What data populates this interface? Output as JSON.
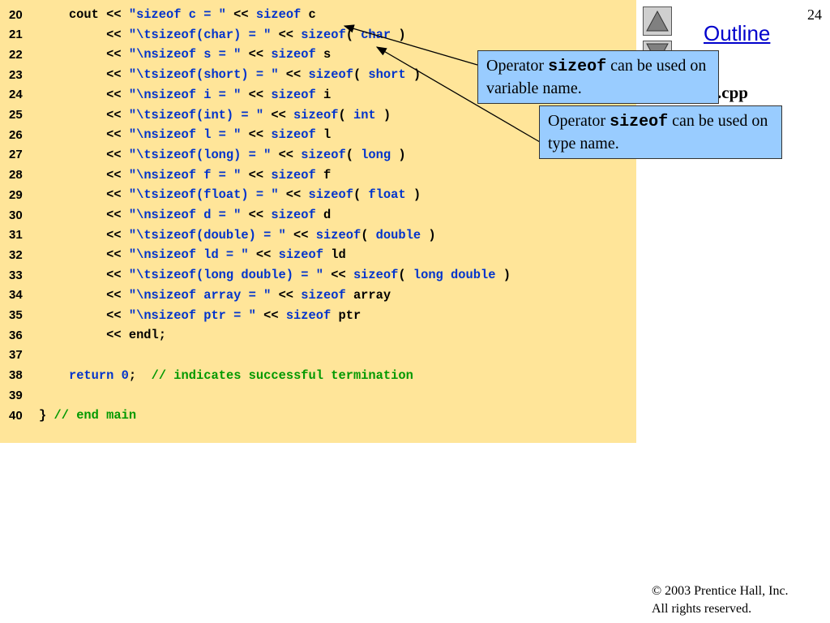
{
  "page_number": "24",
  "outline_label": "Outline",
  "filename_fragment": ".cpp",
  "code_lines": [
    {
      "num": "20",
      "tokens": [
        {
          "t": "    cout << ",
          "c": "pl"
        },
        {
          "t": "\"sizeof c = \"",
          "c": "str"
        },
        {
          "t": " << ",
          "c": "pl"
        },
        {
          "t": "sizeof",
          "c": "kw"
        },
        {
          "t": " c",
          "c": "pl"
        }
      ]
    },
    {
      "num": "21",
      "tokens": [
        {
          "t": "         << ",
          "c": "pl"
        },
        {
          "t": "\"\\tsizeof(char) = \"",
          "c": "str"
        },
        {
          "t": " << ",
          "c": "pl"
        },
        {
          "t": "sizeof",
          "c": "kw"
        },
        {
          "t": "( ",
          "c": "pl"
        },
        {
          "t": "char",
          "c": "kw"
        },
        {
          "t": " )",
          "c": "pl"
        }
      ]
    },
    {
      "num": "22",
      "tokens": [
        {
          "t": "         << ",
          "c": "pl"
        },
        {
          "t": "\"\\nsizeof s = \"",
          "c": "str"
        },
        {
          "t": " << ",
          "c": "pl"
        },
        {
          "t": "sizeof",
          "c": "kw"
        },
        {
          "t": " s",
          "c": "pl"
        }
      ]
    },
    {
      "num": "23",
      "tokens": [
        {
          "t": "         << ",
          "c": "pl"
        },
        {
          "t": "\"\\tsizeof(short) = \"",
          "c": "str"
        },
        {
          "t": " << ",
          "c": "pl"
        },
        {
          "t": "sizeof",
          "c": "kw"
        },
        {
          "t": "( ",
          "c": "pl"
        },
        {
          "t": "short",
          "c": "kw"
        },
        {
          "t": " )",
          "c": "pl"
        }
      ]
    },
    {
      "num": "24",
      "tokens": [
        {
          "t": "         << ",
          "c": "pl"
        },
        {
          "t": "\"\\nsizeof i = \"",
          "c": "str"
        },
        {
          "t": " << ",
          "c": "pl"
        },
        {
          "t": "sizeof",
          "c": "kw"
        },
        {
          "t": " i",
          "c": "pl"
        }
      ]
    },
    {
      "num": "25",
      "tokens": [
        {
          "t": "         << ",
          "c": "pl"
        },
        {
          "t": "\"\\tsizeof(int) = \"",
          "c": "str"
        },
        {
          "t": " << ",
          "c": "pl"
        },
        {
          "t": "sizeof",
          "c": "kw"
        },
        {
          "t": "( ",
          "c": "pl"
        },
        {
          "t": "int",
          "c": "kw"
        },
        {
          "t": " )",
          "c": "pl"
        }
      ]
    },
    {
      "num": "26",
      "tokens": [
        {
          "t": "         << ",
          "c": "pl"
        },
        {
          "t": "\"\\nsizeof l = \"",
          "c": "str"
        },
        {
          "t": " << ",
          "c": "pl"
        },
        {
          "t": "sizeof",
          "c": "kw"
        },
        {
          "t": " l",
          "c": "pl"
        }
      ]
    },
    {
      "num": "27",
      "tokens": [
        {
          "t": "         << ",
          "c": "pl"
        },
        {
          "t": "\"\\tsizeof(long) = \"",
          "c": "str"
        },
        {
          "t": " << ",
          "c": "pl"
        },
        {
          "t": "sizeof",
          "c": "kw"
        },
        {
          "t": "( ",
          "c": "pl"
        },
        {
          "t": "long",
          "c": "kw"
        },
        {
          "t": " )",
          "c": "pl"
        }
      ]
    },
    {
      "num": "28",
      "tokens": [
        {
          "t": "         << ",
          "c": "pl"
        },
        {
          "t": "\"\\nsizeof f = \"",
          "c": "str"
        },
        {
          "t": " << ",
          "c": "pl"
        },
        {
          "t": "sizeof",
          "c": "kw"
        },
        {
          "t": " f",
          "c": "pl"
        }
      ]
    },
    {
      "num": "29",
      "tokens": [
        {
          "t": "         << ",
          "c": "pl"
        },
        {
          "t": "\"\\tsizeof(float) = \"",
          "c": "str"
        },
        {
          "t": " << ",
          "c": "pl"
        },
        {
          "t": "sizeof",
          "c": "kw"
        },
        {
          "t": "( ",
          "c": "pl"
        },
        {
          "t": "float",
          "c": "kw"
        },
        {
          "t": " )",
          "c": "pl"
        }
      ]
    },
    {
      "num": "30",
      "tokens": [
        {
          "t": "         << ",
          "c": "pl"
        },
        {
          "t": "\"\\nsizeof d = \"",
          "c": "str"
        },
        {
          "t": " << ",
          "c": "pl"
        },
        {
          "t": "sizeof",
          "c": "kw"
        },
        {
          "t": " d",
          "c": "pl"
        }
      ]
    },
    {
      "num": "31",
      "tokens": [
        {
          "t": "         << ",
          "c": "pl"
        },
        {
          "t": "\"\\tsizeof(double) = \"",
          "c": "str"
        },
        {
          "t": " << ",
          "c": "pl"
        },
        {
          "t": "sizeof",
          "c": "kw"
        },
        {
          "t": "( ",
          "c": "pl"
        },
        {
          "t": "double",
          "c": "kw"
        },
        {
          "t": " )",
          "c": "pl"
        }
      ]
    },
    {
      "num": "32",
      "tokens": [
        {
          "t": "         << ",
          "c": "pl"
        },
        {
          "t": "\"\\nsizeof ld = \"",
          "c": "str"
        },
        {
          "t": " << ",
          "c": "pl"
        },
        {
          "t": "sizeof",
          "c": "kw"
        },
        {
          "t": " ld",
          "c": "pl"
        }
      ]
    },
    {
      "num": "33",
      "tokens": [
        {
          "t": "         << ",
          "c": "pl"
        },
        {
          "t": "\"\\tsizeof(long double) = \"",
          "c": "str"
        },
        {
          "t": " << ",
          "c": "pl"
        },
        {
          "t": "sizeof",
          "c": "kw"
        },
        {
          "t": "( ",
          "c": "pl"
        },
        {
          "t": "long double",
          "c": "kw"
        },
        {
          "t": " )",
          "c": "pl"
        }
      ]
    },
    {
      "num": "34",
      "tokens": [
        {
          "t": "         << ",
          "c": "pl"
        },
        {
          "t": "\"\\nsizeof array = \"",
          "c": "str"
        },
        {
          "t": " << ",
          "c": "pl"
        },
        {
          "t": "sizeof",
          "c": "kw"
        },
        {
          "t": " array",
          "c": "pl"
        }
      ]
    },
    {
      "num": "35",
      "tokens": [
        {
          "t": "         << ",
          "c": "pl"
        },
        {
          "t": "\"\\nsizeof ptr = \"",
          "c": "str"
        },
        {
          "t": " << ",
          "c": "pl"
        },
        {
          "t": "sizeof",
          "c": "kw"
        },
        {
          "t": " ptr",
          "c": "pl"
        }
      ]
    },
    {
      "num": "36",
      "tokens": [
        {
          "t": "         << endl;",
          "c": "pl"
        }
      ]
    },
    {
      "num": "37",
      "tokens": []
    },
    {
      "num": "38",
      "tokens": [
        {
          "t": "    ",
          "c": "pl"
        },
        {
          "t": "return",
          "c": "kw"
        },
        {
          "t": " ",
          "c": "pl"
        },
        {
          "t": "0",
          "c": "num"
        },
        {
          "t": ";  ",
          "c": "pl"
        },
        {
          "t": "// indicates successful termination",
          "c": "cmt"
        }
      ]
    },
    {
      "num": "39",
      "tokens": []
    },
    {
      "num": "40",
      "tokens": [
        {
          "t": "} ",
          "c": "pl"
        },
        {
          "t": "// end main",
          "c": "cmt"
        }
      ]
    }
  ],
  "callout_1": {
    "pre": "Operator ",
    "code": "sizeof",
    "post": " can be used on variable name."
  },
  "callout_2": {
    "pre": "Operator ",
    "code": "sizeof",
    "post": " can be used on type name."
  },
  "copyright": {
    "symbol": "©",
    "line1": " 2003 Prentice Hall, Inc.",
    "line2": "All rights reserved."
  },
  "colors": {
    "code_background": "#ffe599",
    "callout_background": "#99ccff",
    "string_color": "#0033cc",
    "keyword_color": "#0033cc",
    "comment_color": "#009900",
    "link_color": "#0000cc"
  }
}
